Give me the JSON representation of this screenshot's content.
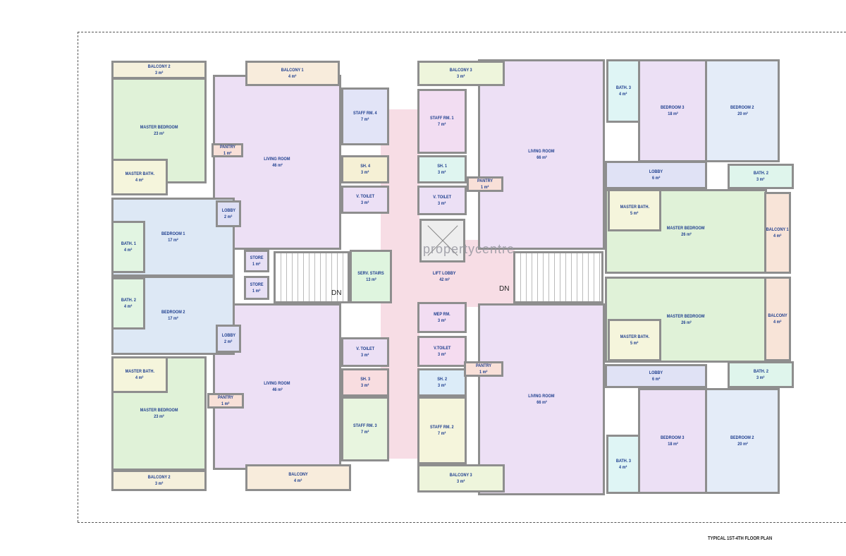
{
  "title": "TYPICAL 1ST-4TH FLOOR PLAN",
  "watermark": "propertycentre",
  "stair_label": "DN",
  "colors": {
    "wall": "#8e8e8e",
    "lift_lobby": "#f7dde5",
    "label": "#1f3f8f"
  },
  "rooms": [
    {
      "name": "BALCONY 2",
      "area": "3 m²",
      "color": "#f5f0dc"
    },
    {
      "name": "MASTER BEDROOM",
      "area": "23 m²",
      "color": "#e0f2d8"
    },
    {
      "name": "PANTRY",
      "area": "1 m²",
      "color": "#f8e0d8"
    },
    {
      "name": "MASTER BATH.",
      "area": "4 m²",
      "color": "#f5f5dc"
    },
    {
      "name": "BEDROOM 1",
      "area": "17 m²",
      "color": "#dde8f5"
    },
    {
      "name": "LOBBY",
      "area": "2 m²",
      "color": "#dfe0f5"
    },
    {
      "name": "BATH. 1",
      "area": "4 m²",
      "color": "#e2f5e2"
    },
    {
      "name": "STORE",
      "area": "1 m²",
      "color": "#e8e0f5"
    },
    {
      "name": "STORE",
      "area": "1 m²",
      "color": "#e8e0f5"
    },
    {
      "name": "BEDROOM 2",
      "area": "17 m²",
      "color": "#dde8f5"
    },
    {
      "name": "BATH. 2",
      "area": "4 m²",
      "color": "#e2f5e2"
    },
    {
      "name": "LOBBY",
      "area": "2 m²",
      "color": "#dfe0f5"
    },
    {
      "name": "MASTER BATH.",
      "area": "4 m²",
      "color": "#f5f5dc"
    },
    {
      "name": "MASTER BEDROOM",
      "area": "23 m²",
      "color": "#e0f2d8"
    },
    {
      "name": "PANTRY",
      "area": "1 m²",
      "color": "#f8e0d8"
    },
    {
      "name": "BALCONY 2",
      "area": "3 m²",
      "color": "#f5f0dc"
    },
    {
      "name": "LIVING ROOM",
      "area": "46 m²",
      "color": "#ede0f5"
    },
    {
      "name": "BALCONY 1",
      "area": "4 m²",
      "color": "#f8ecdc"
    },
    {
      "name": "STAFF RM. 4",
      "area": "7 m²",
      "color": "#e2e4f7"
    },
    {
      "name": "SH. 4",
      "area": "3 m²",
      "color": "#f5f0d5"
    },
    {
      "name": "V. TOILET",
      "area": "3 m²",
      "color": "#ece0f5"
    },
    {
      "name": "SERV. STAIRS",
      "area": "13 m²",
      "color": "#dff5df"
    },
    {
      "name": "LIVING ROOM",
      "area": "46 m²",
      "color": "#ede0f5"
    },
    {
      "name": "V. TOILET",
      "area": "3 m²",
      "color": "#ece0f5"
    },
    {
      "name": "SH. 3",
      "area": "3 m²",
      "color": "#f8dde0"
    },
    {
      "name": "STAFF RM. 3",
      "area": "7 m²",
      "color": "#e8f5df"
    },
    {
      "name": "BALCONY",
      "area": "4 m²",
      "color": "#f8ecdc"
    },
    {
      "name": "BALCONY 3",
      "area": "3 m²",
      "color": "#eef5dc"
    },
    {
      "name": "STAFF RM. 1",
      "area": "7 m²",
      "color": "#f2ddf2"
    },
    {
      "name": "SH. 1",
      "area": "3 m²",
      "color": "#dff5f0"
    },
    {
      "name": "V. TOILET",
      "area": "3 m²",
      "color": "#ece0f5"
    },
    {
      "name": "PANTRY",
      "area": "1 m²",
      "color": "#f8e0d8"
    },
    {
      "name": "LIVING ROOM",
      "area": "66 m²",
      "color": "#ede0f5"
    },
    {
      "name": "LIFT LOBBY",
      "area": "42 m²",
      "color": "#f7dde5"
    },
    {
      "name": "MEP RM.",
      "area": "3 m²",
      "color": "#f2ddf2"
    },
    {
      "name": "V.TOILET",
      "area": "3 m²",
      "color": "#f5dcf0"
    },
    {
      "name": "SH. 2",
      "area": "3 m²",
      "color": "#dcecf8"
    },
    {
      "name": "LIVING ROOM",
      "area": "66 m²",
      "color": "#ede0f5"
    },
    {
      "name": "PANTRY",
      "area": "1 m²",
      "color": "#f8e0d8"
    },
    {
      "name": "STAFF RM. 2",
      "area": "7 m²",
      "color": "#f5f5dc"
    },
    {
      "name": "BALCONY 3",
      "area": "3 m²",
      "color": "#eef5dc"
    },
    {
      "name": "BATH. 3",
      "area": "4 m²",
      "color": "#dff5f5"
    },
    {
      "name": "BEDROOM 3",
      "area": "18 m²",
      "color": "#ece0f5"
    },
    {
      "name": "BEDROOM 2",
      "area": "20 m²",
      "color": "#e4ecf8"
    },
    {
      "name": "LOBBY",
      "area": "6 m²",
      "color": "#e0e2f5"
    },
    {
      "name": "BATH. 2",
      "area": "3 m²",
      "color": "#dff5ec"
    },
    {
      "name": "MASTER BEDROOM",
      "area": "26 m²",
      "color": "#e0f2d8"
    },
    {
      "name": "MASTER BATH.",
      "area": "5 m²",
      "color": "#f5f5dc"
    },
    {
      "name": "BALCONY 1",
      "area": "4 m²",
      "color": "#f8e4d8"
    },
    {
      "name": "MASTER BEDROOM",
      "area": "26 m²",
      "color": "#e0f2d8"
    },
    {
      "name": "MASTER BATH.",
      "area": "5 m²",
      "color": "#f5f5dc"
    },
    {
      "name": "BALCONY",
      "area": "4 m²",
      "color": "#f8e4d8"
    },
    {
      "name": "LOBBY",
      "area": "6 m²",
      "color": "#e0e2f5"
    },
    {
      "name": "BATH. 2",
      "area": "3 m²",
      "color": "#dff5ec"
    },
    {
      "name": "BEDROOM 3",
      "area": "18 m²",
      "color": "#ece0f5"
    },
    {
      "name": "BATH. 3",
      "area": "4 m²",
      "color": "#dff5f5"
    },
    {
      "name": "BEDROOM 2",
      "area": "20 m²",
      "color": "#e4ecf8"
    }
  ]
}
